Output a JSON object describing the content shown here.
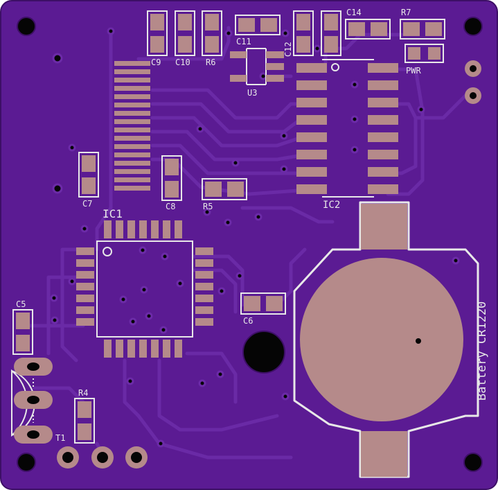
{
  "colors": {
    "board": "#5b1b93",
    "board_edge": "#3d0f66",
    "trace": "#6c2ba8",
    "trace_dark": "#4a1480",
    "pad": "#b58a8a",
    "silk": "#e8e8e8",
    "hole": "#050505",
    "via": "#050505"
  },
  "labels": {
    "c9": "C9",
    "c10": "C10",
    "r6": "R6",
    "c11": "C11",
    "c12": "C12",
    "c14": "C14",
    "r7": "R7",
    "pwr": "PWR",
    "u3": "U3",
    "c7": "C7",
    "c8": "C8",
    "r5": "R5",
    "ic2": "IC2",
    "ic1": "IC1",
    "c6": "C6",
    "c5": "C5",
    "r4": "R4",
    "t1": "T1",
    "battery": "Battery CR1220"
  }
}
